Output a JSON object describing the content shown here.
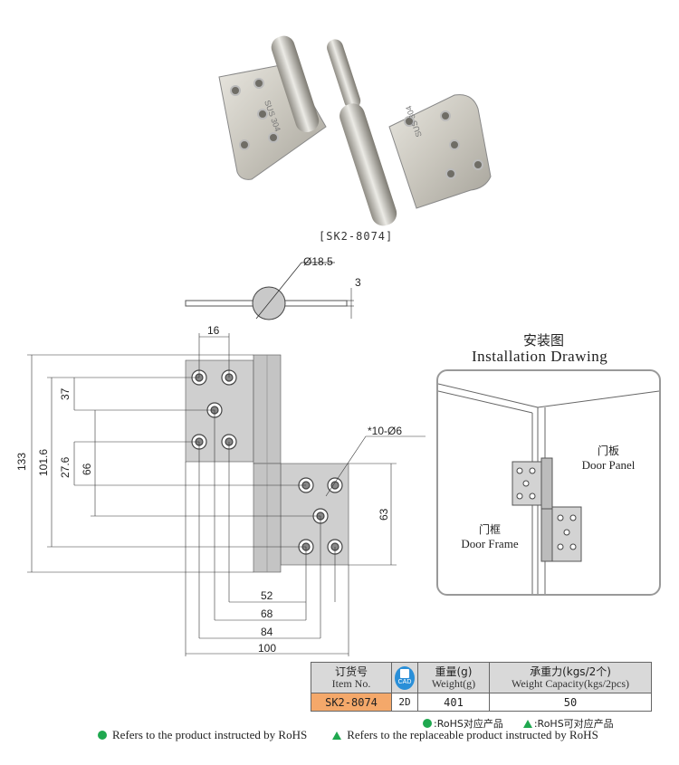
{
  "product_code": "[SK2-8074]",
  "photo_stamp": "SUS 304",
  "diameter_label": "Ø18.5",
  "thickness_label": "3",
  "hole_label": "*10-Ø6",
  "dimensions": {
    "d16": "16",
    "d133": "133",
    "d101_6": "101.6",
    "d37": "37",
    "d27_6": "27.6",
    "d66": "66",
    "d63": "63",
    "d52": "52",
    "d68": "68",
    "d84": "84",
    "d100": "100"
  },
  "installation": {
    "title_cn": "安装图",
    "title_en": "Installation Drawing",
    "door_panel_cn": "门板",
    "door_panel_en": "Door Panel",
    "door_frame_cn": "门框",
    "door_frame_en": "Door Frame"
  },
  "spec_table": {
    "headers": {
      "item_cn": "订货号",
      "item_en": "Item No.",
      "weight_cn": "重量(g)",
      "weight_en": "Weight(g)",
      "capacity_cn": "承重力(kgs/2个)",
      "capacity_en": "Weight Capacity(kgs/2pcs)"
    },
    "cad_icon_text": "CAD",
    "row": {
      "item_no": "SK2-8074",
      "cad": "2D",
      "weight": "401",
      "capacity": "50"
    }
  },
  "rohs": {
    "legend_cn_circle": ":RoHS对应产品",
    "legend_cn_triangle": ":RoHS可对应产品",
    "note_circle": "Refers to the product instructed by RoHS",
    "note_triangle": "Refers to the replaceable product instructed by RoHS",
    "circle_color": "#1fa84f",
    "triangle_color": "#1fa84f"
  }
}
